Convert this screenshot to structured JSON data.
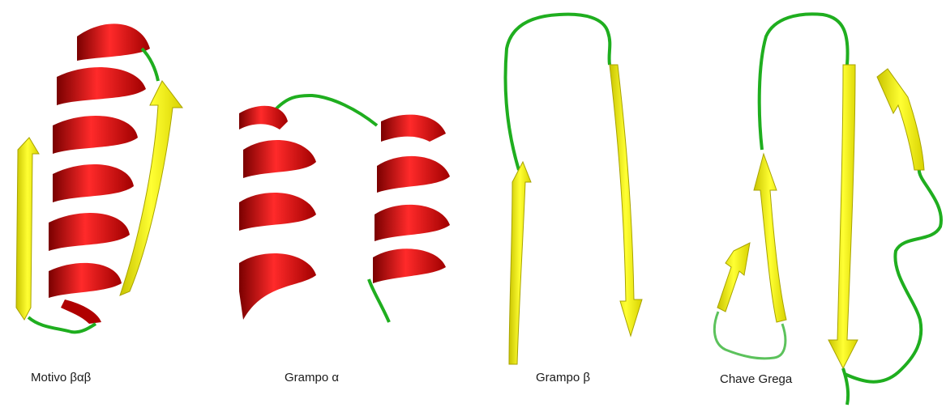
{
  "motifs": [
    {
      "id": "beta-alpha-beta",
      "label": "Motivo βαβ"
    },
    {
      "id": "alpha-hairpin",
      "label": "Grampo α"
    },
    {
      "id": "beta-hairpin",
      "label": "Grampo β"
    },
    {
      "id": "greek-key",
      "label": "Chave Grega"
    }
  ],
  "colors": {
    "helix": "#e00000",
    "helix_dark": "#8a0000",
    "strand": "#f5f000",
    "strand_dark": "#b8b000",
    "loop": "#1fae1f",
    "background": "#ffffff"
  }
}
